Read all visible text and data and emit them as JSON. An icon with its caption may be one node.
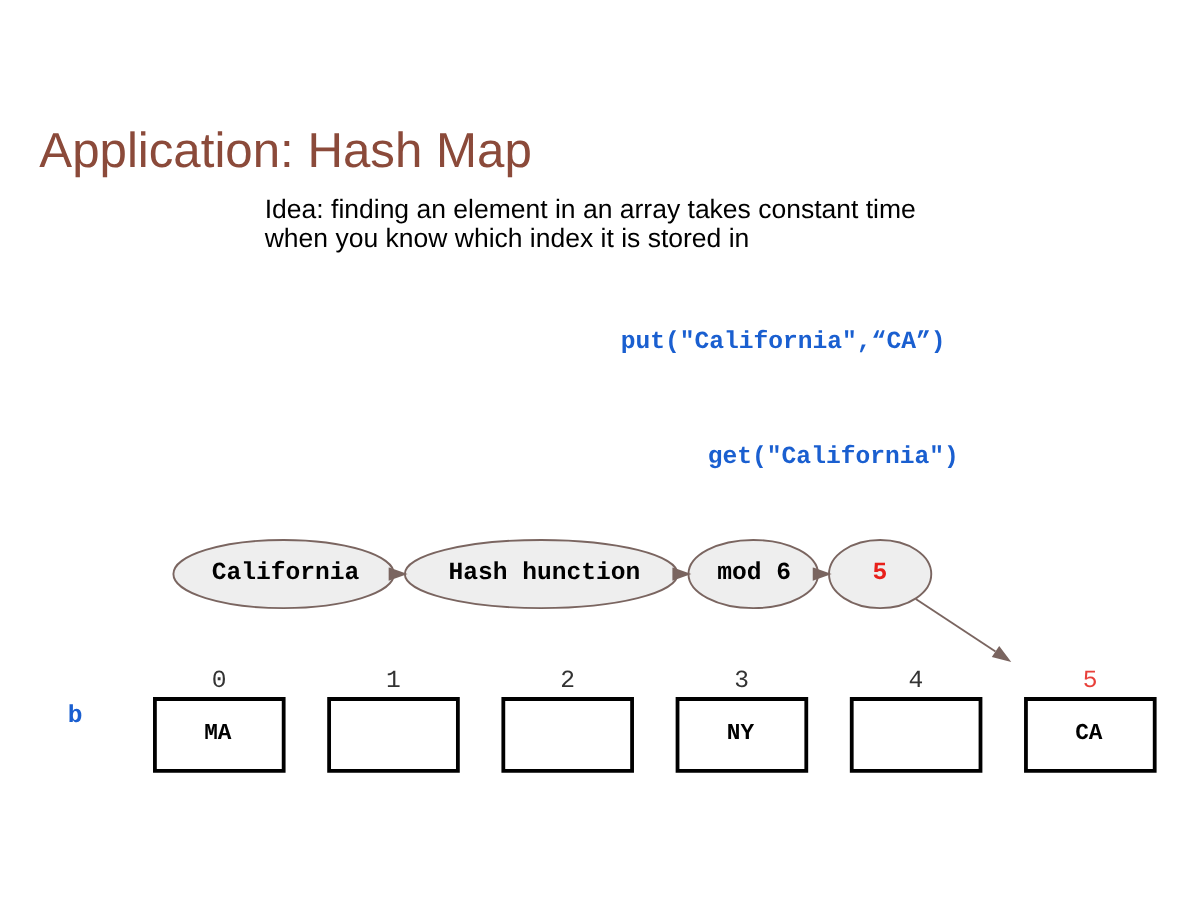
{
  "diagram": {
    "title": "Application: Hash Map",
    "nodes": [
      {
        "text": [
          "California"
        ]
      },
      {
        "text": [
          "Hash hunction"
        ]
      },
      {
        "text": [
          "mod 6"
        ]
      },
      {
        "text": [
          "5"
        ]
      },
      {
        "text": [
          "MA"
        ],
        "beside": [
          "0"
        ]
      },
      {
        "text": [],
        "shape": "box",
        "beside": [
          "1"
        ]
      },
      {
        "text": [],
        "shape": "box",
        "beside": [
          "2"
        ]
      },
      {
        "text": [
          "NY"
        ],
        "beside": [
          "3"
        ]
      },
      {
        "text": [],
        "shape": "box",
        "beside": [
          "4"
        ]
      },
      {
        "text": [
          "CA"
        ],
        "beside": [
          "5"
        ]
      }
    ],
    "edges": [
      {
        "from": 0,
        "to": 1,
        "arrow": "to"
      },
      {
        "from": 1,
        "to": 2,
        "arrow": "to"
      },
      {
        "from": 2,
        "to": 3,
        "arrow": "to"
      },
      {
        "from": 3,
        "to": 9,
        "arrow": "to"
      }
    ],
    "labels": [
      "Idea: finding an element in an array takes constant time when you know which index it is stored in",
      "put(\"California\",“CA”)",
      "get(\"California\")",
      "b"
    ]
  }
}
